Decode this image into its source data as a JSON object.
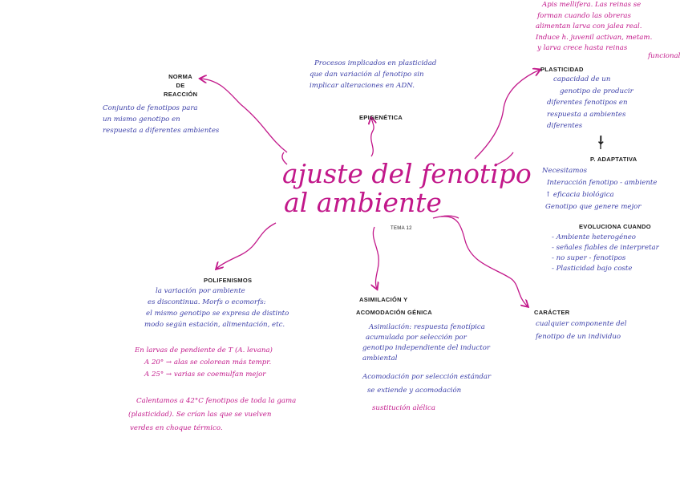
{
  "center": {
    "title_line1": "ajuste del fenotipo",
    "title_line2": "al ambiente",
    "tag": "TEMA 12"
  },
  "top_right_note": {
    "lines": [
      "Apis mellifera. Las reinas se",
      "forman cuando las obreras",
      "alimentan larva con jalea real.",
      "Induce h. juvenil activan, metam.",
      "y larva crece hasta reinas",
      "funcional"
    ]
  },
  "epigenetica": {
    "heading": "EPIGENÉTICA",
    "note_lines": [
      "Procesos implicados en plasticidad",
      "que dan variación al fenotipo sin",
      "implicar alteraciones en ADN."
    ]
  },
  "norma_reaccion": {
    "heading_lines": [
      "NORMA",
      "DE",
      "REACCIÓN"
    ],
    "note_lines": [
      "Conjunto de fenotipos para",
      "un mismo genotipo en",
      "respuesta a diferentes ambientes"
    ]
  },
  "plasticidad": {
    "heading": "PLASTICIDAD",
    "note_lines": [
      "capacidad de un",
      "genotipo de producir",
      "diferentes fenotipos en",
      "respuesta a ambientes",
      "diferentes"
    ],
    "down_arrow": "↓",
    "sub_heading": "P. ADAPTATIVA",
    "sub_lines": [
      "Necesitamos",
      "Interacción fenotipo - ambiente",
      "↑ eficacia biológica",
      "Genotipo que genere mejor"
    ],
    "evolution_heading": "EVOLUCIONA CUANDO",
    "evolution_items": [
      "- Ambiente heterogéneo",
      "- señales fiables de interpretar",
      "- no super - fenotipos",
      "- Plasticidad bajo coste"
    ]
  },
  "polifenismos": {
    "heading": "POLIFENISMOS",
    "note_lines": [
      "la variación por ambiente",
      "es discontinua. Morfs o ecomorfs:",
      "el mismo genotipo se expresa de distinto",
      "modo según estación, alimentación, etc."
    ],
    "example_lines": [
      "En larvas de pendiente de T (A. levana)",
      "A 20° →   alas se colorean más tempr.",
      "A 25° → varias se coemulfan mejor"
    ],
    "extra_lines": [
      "Calentamos a 42°C fenotipos de toda la gama",
      "(plasticidad). Se crían las que se vuelven",
      "verdes en choque térmico."
    ]
  },
  "asimilacion": {
    "heading_line1": "ASIMILACIÓN Y",
    "heading_line2": "ACOMODACIÓN GÉNICA",
    "note_lines": [
      "Asimilación: respuesta fenotípica",
      "acumulada por selección por",
      "genotipo independiente del inductor",
      "ambiental"
    ],
    "note2_lines": [
      "Acomodación por selección estándar",
      "se extiende y acomodación"
    ],
    "pink_line": "sustitución alélica"
  },
  "caracter": {
    "heading": "CARÁCTER",
    "note_lines": [
      "cualquier componente del",
      "fenotipo de un individuo"
    ]
  },
  "colors": {
    "pink": "#c2188a",
    "blue": "#3b3fa8",
    "black": "#1a1a1a",
    "background": "#ffffff"
  }
}
